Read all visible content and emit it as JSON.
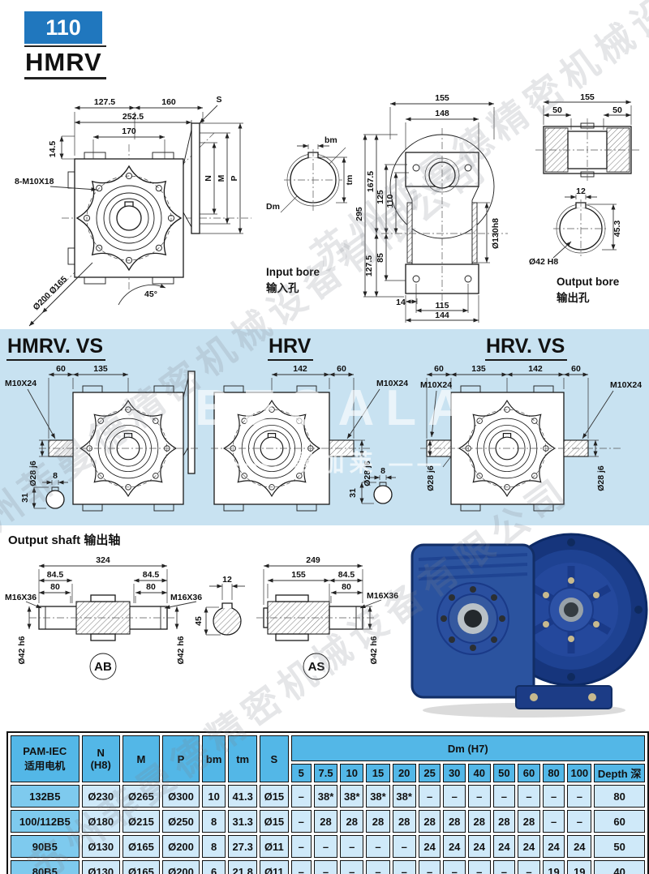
{
  "header": {
    "model_number": "110",
    "series": "HMRV"
  },
  "top": {
    "front": {
      "d127_5": "127.5",
      "d160": "160",
      "d252_5": "252.5",
      "d170": "170",
      "d14_5": "14.5",
      "bolts": "8-M10X18",
      "dia165": "Ø165",
      "dia200": "Ø200",
      "angle": "45°",
      "s": "S",
      "n": "N",
      "m": "M",
      "p": "P"
    },
    "input": {
      "bm": "bm",
      "tm": "tm",
      "dm": "Dm",
      "cap_en": "Input bore",
      "cap_zh": "输入孔"
    },
    "side": {
      "d155": "155",
      "d148": "148",
      "d295": "295",
      "d167_5": "167.5",
      "d125": "125",
      "d110": "110",
      "d85": "85",
      "d127_5": "127.5",
      "d130": "Ø130h8",
      "d14": "14",
      "d115": "115",
      "d144": "144"
    },
    "outb": {
      "d155": "155",
      "d50l": "50",
      "d50r": "50",
      "d12": "12",
      "d42": "Ø42 H8",
      "d45_3": "45.3",
      "cap_en": "Output bore",
      "cap_zh": "输出孔"
    }
  },
  "variants": {
    "hmrv_vs": {
      "title": "HMRV. VS",
      "d60": "60",
      "d135": "135",
      "thread": "M10X24",
      "dia": "Ø28 j6",
      "d31": "31",
      "d8": "8"
    },
    "hrv": {
      "title": "HRV",
      "d142": "142",
      "d60": "60",
      "thread": "M10X24",
      "dia": "Ø28 j6",
      "d31": "31",
      "d8": "8"
    },
    "hrv_vs": {
      "title": "HRV. VS",
      "d60l": "60",
      "d135": "135",
      "d142": "142",
      "d60r": "60",
      "thread_l": "M10X24",
      "thread_r": "M10X24",
      "dia_l": "Ø28 j6",
      "dia_r": "Ø28 j6"
    }
  },
  "shaft": {
    "heading_en": "Output shaft",
    "heading_zh": "输出轴",
    "ab": {
      "total": "324",
      "d845l": "84.5",
      "d80l": "80",
      "d845r": "84.5",
      "d80r": "80",
      "thread_l": "M16X36",
      "thread_r": "M16X36",
      "dia_l": "Ø42 h6",
      "dia_r": "Ø42 h6",
      "label": "AB"
    },
    "cross": {
      "d12": "12",
      "d45": "45"
    },
    "as_": {
      "total": "249",
      "d155": "155",
      "d845": "84.5",
      "d80": "80",
      "thread": "M16X36",
      "dia": "Ø42 h6",
      "label": "AS"
    }
  },
  "watermark": {
    "brand": "BEGALA",
    "brand_zh": "—— 曼加莱 ——",
    "company": "苏州菲曼德精密机械设备有限公司"
  },
  "table": {
    "col_pam": "PAM-IEC",
    "col_pam_zh": "适用电机",
    "col_n": "N",
    "col_n_sub": "(H8)",
    "col_m": "M",
    "col_p": "P",
    "col_bm": "bm",
    "col_tm": "tm",
    "col_s": "S",
    "dm_group": "Dm (H7)",
    "dm_sizes": [
      "5",
      "7.5",
      "10",
      "15",
      "20",
      "25",
      "30",
      "40",
      "50",
      "60",
      "80",
      "100"
    ],
    "col_depth": "Depth 深",
    "rows": [
      {
        "model": "132B5",
        "n": "Ø230",
        "m": "Ø265",
        "p": "Ø300",
        "bm": "10",
        "tm": "41.3",
        "s": "Ø15",
        "dm": [
          "–",
          "38*",
          "38*",
          "38*",
          "38*",
          "–",
          "–",
          "–",
          "–",
          "–",
          "–",
          "–"
        ],
        "depth": "80"
      },
      {
        "model": "100/112B5",
        "n": "Ø180",
        "m": "Ø215",
        "p": "Ø250",
        "bm": "8",
        "tm": "31.3",
        "s": "Ø15",
        "dm": [
          "–",
          "28",
          "28",
          "28",
          "28",
          "28",
          "28",
          "28",
          "28",
          "28",
          "–",
          "–"
        ],
        "depth": "60"
      },
      {
        "model": "90B5",
        "n": "Ø130",
        "m": "Ø165",
        "p": "Ø200",
        "bm": "8",
        "tm": "27.3",
        "s": "Ø11",
        "dm": [
          "–",
          "–",
          "–",
          "–",
          "–",
          "24",
          "24",
          "24",
          "24",
          "24",
          "24",
          "24"
        ],
        "depth": "50"
      },
      {
        "model": "80B5",
        "n": "Ø130",
        "m": "Ø165",
        "p": "Ø200",
        "bm": "6",
        "tm": "21.8",
        "s": "Ø11",
        "dm": [
          "–",
          "–",
          "–",
          "–",
          "–",
          "–",
          "–",
          "–",
          "–",
          "–",
          "19",
          "19"
        ],
        "depth": "40"
      }
    ]
  }
}
